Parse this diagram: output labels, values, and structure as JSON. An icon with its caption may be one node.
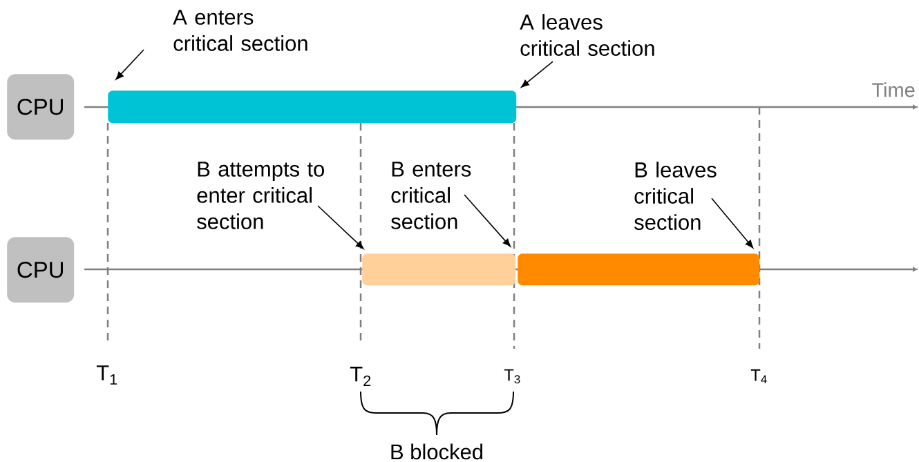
{
  "diagram": {
    "nodes": [
      {
        "text": [
          "CPU"
        ]
      },
      {
        "text": [
          "CPU"
        ]
      },
      {
        "text": [],
        "shape": "bar"
      },
      {
        "text": [],
        "shape": "bar"
      },
      {
        "text": [],
        "shape": "bar"
      },
      {
        "text": [
          "A enters critical section"
        ]
      },
      {
        "text": [
          "A leaves critical section"
        ]
      },
      {
        "text": [
          "B attempts to enter critical section"
        ]
      },
      {
        "text": [
          "B enters critical section"
        ]
      },
      {
        "text": [
          "B leaves critical section"
        ]
      }
    ],
    "edges": [
      {
        "from": 5,
        "to": 2,
        "arrow": "to"
      },
      {
        "from": 6,
        "to": 2,
        "arrow": "to"
      },
      {
        "from": 7,
        "to": 3,
        "arrow": "to"
      },
      {
        "from": 8,
        "to": 3,
        "arrow": "to"
      },
      {
        "from": 9,
        "to": 4,
        "arrow": "to"
      }
    ],
    "labels": [
      "Time",
      "T$_{1}$",
      "T$_{2}$",
      "T$_{3}$",
      "T$_{4}$",
      "B blocked"
    ]
  }
}
